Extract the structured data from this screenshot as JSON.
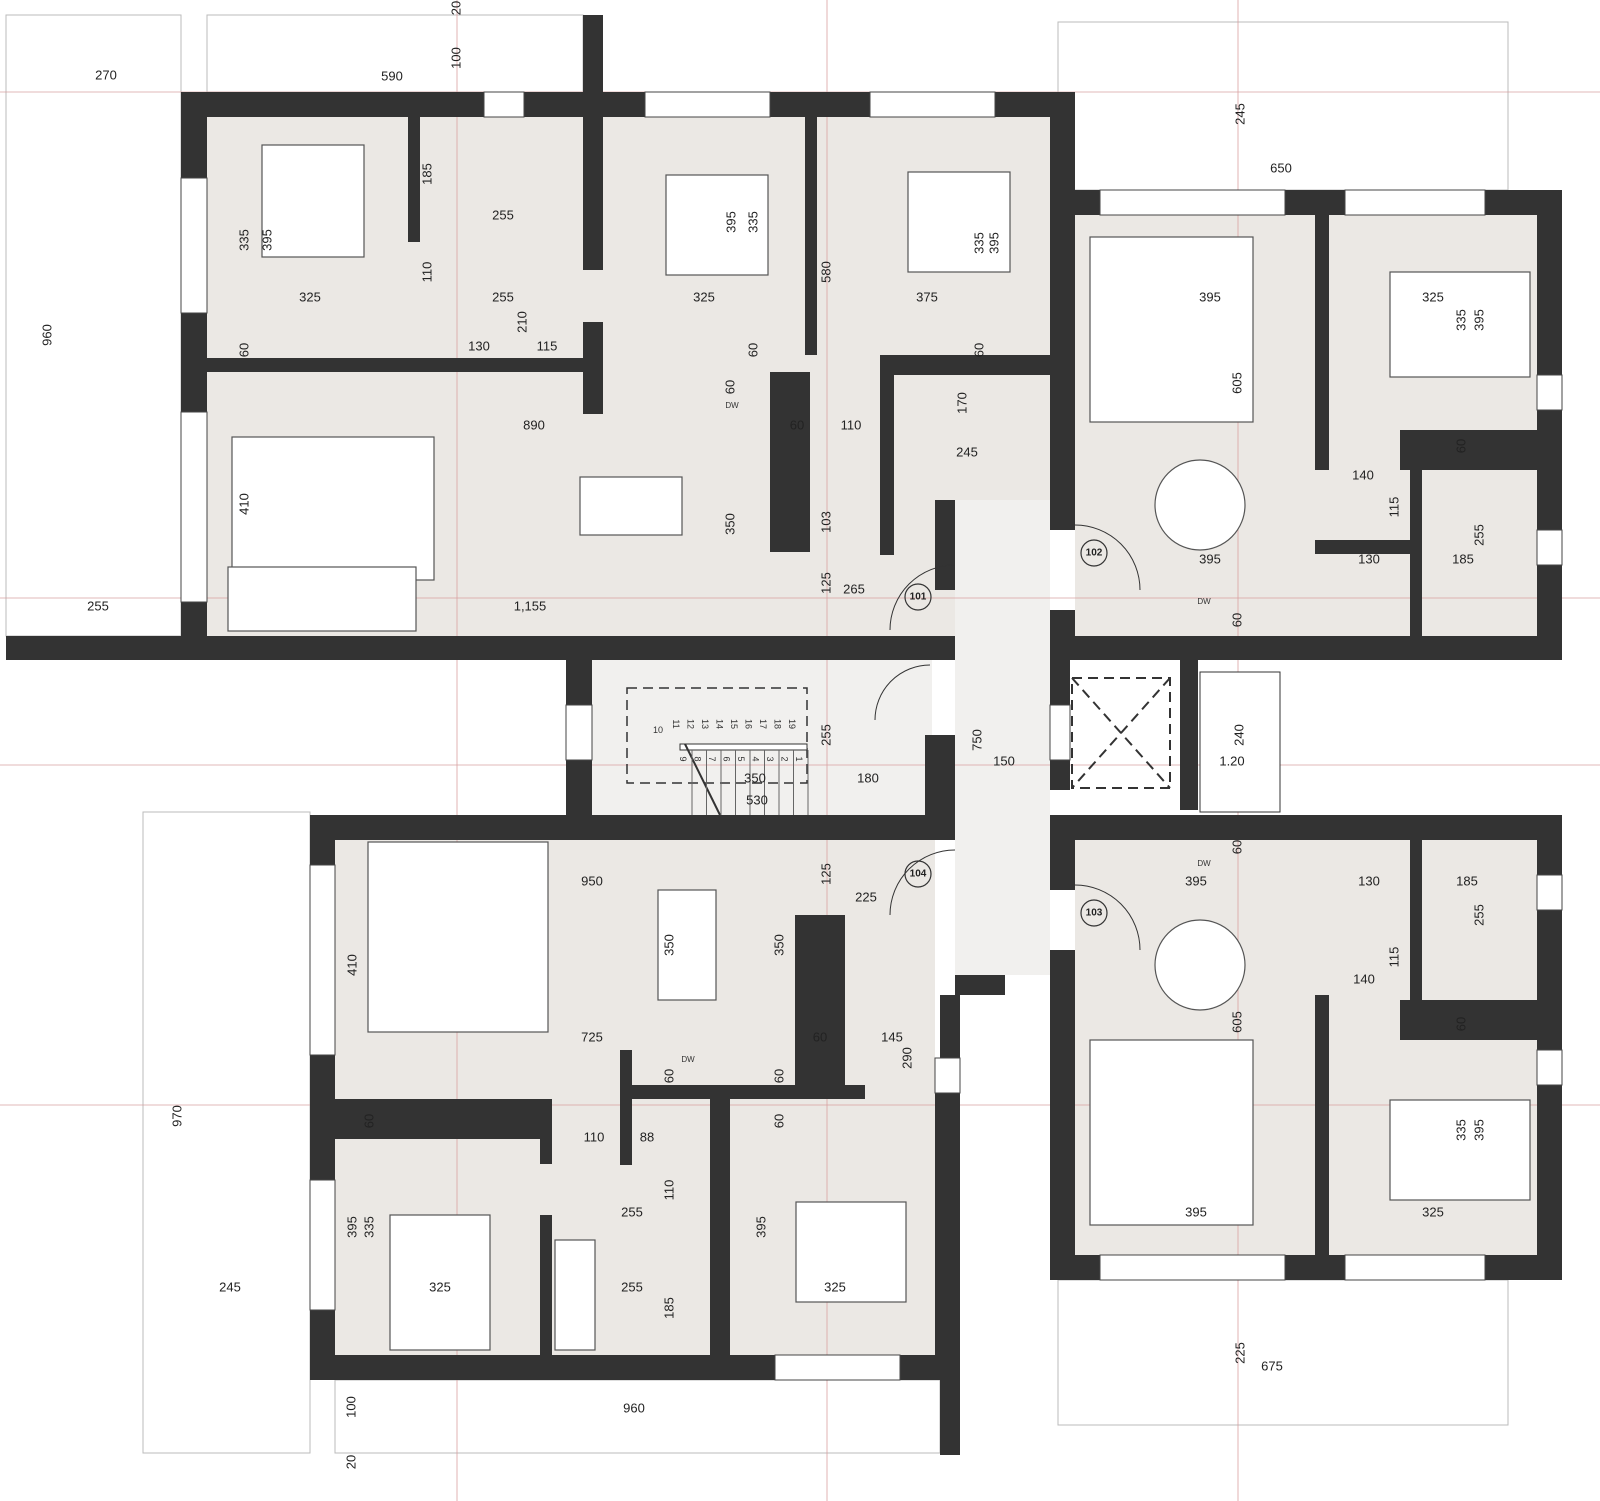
{
  "title": "Floor plan - typical floor, 4 apartments",
  "units": [
    "101",
    "102",
    "103",
    "104"
  ],
  "stair_numbers": [
    "1",
    "2",
    "3",
    "4",
    "5",
    "6",
    "7",
    "8",
    "9",
    "10",
    "11",
    "12",
    "13",
    "14",
    "15",
    "16",
    "17",
    "18",
    "19"
  ],
  "appliance_labels": [
    "DW",
    "DW",
    "DW",
    "DW"
  ],
  "dimensions": [
    "270",
    "590",
    "100",
    "20",
    "960",
    "335",
    "395",
    "185",
    "255",
    "110",
    "325",
    "255",
    "210",
    "130",
    "115",
    "60",
    "395",
    "335",
    "325",
    "60",
    "580",
    "335",
    "395",
    "375",
    "60",
    "60",
    "890",
    "60",
    "110",
    "170",
    "245",
    "410",
    "350",
    "103",
    "125",
    "265",
    "255",
    "1,155",
    "245",
    "650",
    "395",
    "325",
    "335",
    "395",
    "605",
    "60",
    "140",
    "115",
    "395",
    "130",
    "185",
    "255",
    "60",
    "255",
    "350",
    "180",
    "530",
    "750",
    "150",
    "240",
    "1.20",
    "125",
    "950",
    "225",
    "410",
    "350",
    "350",
    "725",
    "60",
    "145",
    "290",
    "60",
    "60",
    "60",
    "110",
    "88",
    "60",
    "110",
    "255",
    "395",
    "335",
    "395",
    "970",
    "245",
    "325",
    "255",
    "325",
    "185",
    "100",
    "960",
    "20",
    "60",
    "395",
    "130",
    "185",
    "255",
    "115",
    "140",
    "60",
    "605",
    "335",
    "395",
    "395",
    "325",
    "225",
    "675"
  ],
  "colors": {
    "wall": "#333333",
    "room": "#ebe8e4",
    "balcony": "#ffffff"
  }
}
